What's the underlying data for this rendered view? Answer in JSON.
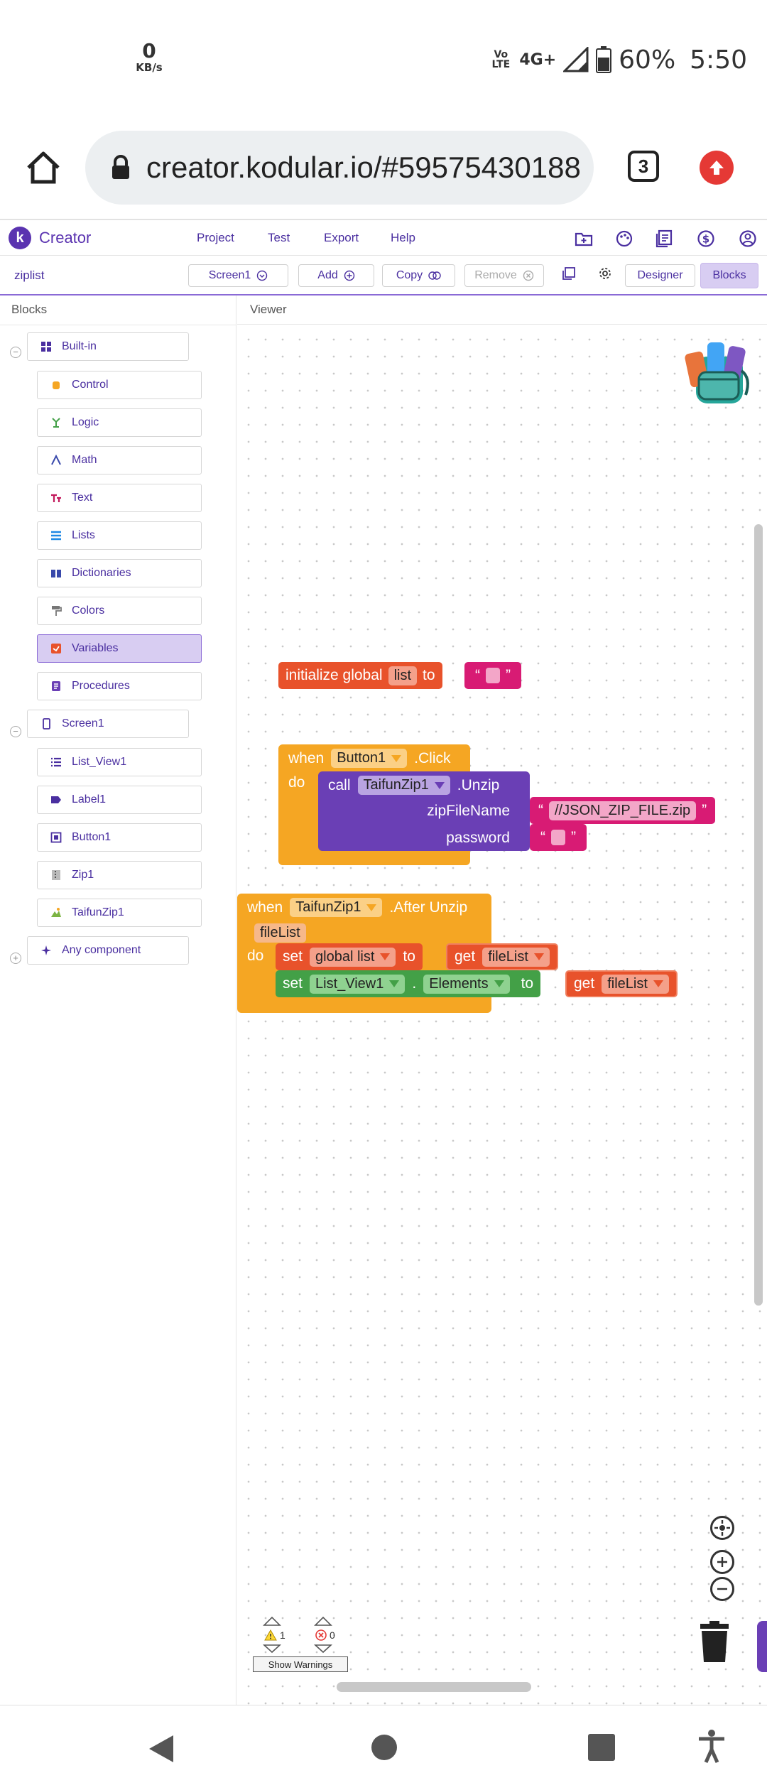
{
  "status_bar": {
    "data_speed_value": "0",
    "data_speed_unit": "KB/s",
    "volte": "Vo LTE",
    "network": "4G+",
    "battery": "60%",
    "time": "5:50",
    "icons": [
      "signal-icon",
      "battery-icon"
    ]
  },
  "browser": {
    "url": "creator.kodular.io/#59575430188",
    "tab_count": "3",
    "icons": [
      "home-icon",
      "lock-icon",
      "upload-icon"
    ]
  },
  "app": {
    "brand": "Creator",
    "menu": [
      "Project",
      "Test",
      "Export",
      "Help"
    ],
    "header_icons": [
      "folder-icon",
      "palette-icon",
      "docs-icon",
      "dollar-icon",
      "account-icon"
    ],
    "project_name": "ziplist",
    "toolbar": {
      "screen": "Screen1",
      "add": "Add",
      "copy": "Copy",
      "remove": "Remove",
      "designer": "Designer",
      "blocks": "Blocks"
    },
    "accent": "#5a33b0"
  },
  "blocks_panel": {
    "title": "Blocks",
    "builtin": {
      "label": "Built-in",
      "items": [
        "Control",
        "Logic",
        "Math",
        "Text",
        "Lists",
        "Dictionaries",
        "Colors",
        "Variables",
        "Procedures"
      ],
      "selected": "Variables"
    },
    "screen": {
      "label": "Screen1",
      "items": [
        "List_View1",
        "Label1",
        "Button1",
        "Zip1",
        "TaifunZip1"
      ]
    },
    "any_component": "Any component"
  },
  "viewer": {
    "title": "Viewer",
    "blocks": {
      "init": {
        "text": "initialize global",
        "name": "list",
        "to": "to",
        "value_open": "“",
        "value_close": "”"
      },
      "button_click": {
        "when": "when",
        "component": "Button1",
        "event": ".Click",
        "do": "do",
        "call": "call",
        "target": "TaifunZip1",
        "method": ".Unzip",
        "param1": "zipFileName",
        "param1_value": "//JSON_ZIP_FILE.zip",
        "param2": "password",
        "quote_open": "“",
        "quote_close": "”"
      },
      "after_unzip": {
        "when": "when",
        "component": "TaifunZip1",
        "event": ".After Unzip",
        "param": "fileList",
        "do": "do",
        "set1": "set",
        "set1_var": "global list",
        "set1_to": "to",
        "get1": "get",
        "get1_var": "fileList",
        "set2": "set",
        "set2_comp": "List_View1",
        "set2_dot": ".",
        "set2_prop": "Elements",
        "set2_to": "to",
        "get2": "get",
        "get2_var": "fileList"
      }
    },
    "warnings": {
      "warning_count": "1",
      "error_count": "0",
      "show_label": "Show Warnings"
    }
  },
  "nav_bar": {
    "icons": [
      "back-icon",
      "home-circle-icon",
      "recents-icon",
      "accessibility-icon"
    ]
  }
}
